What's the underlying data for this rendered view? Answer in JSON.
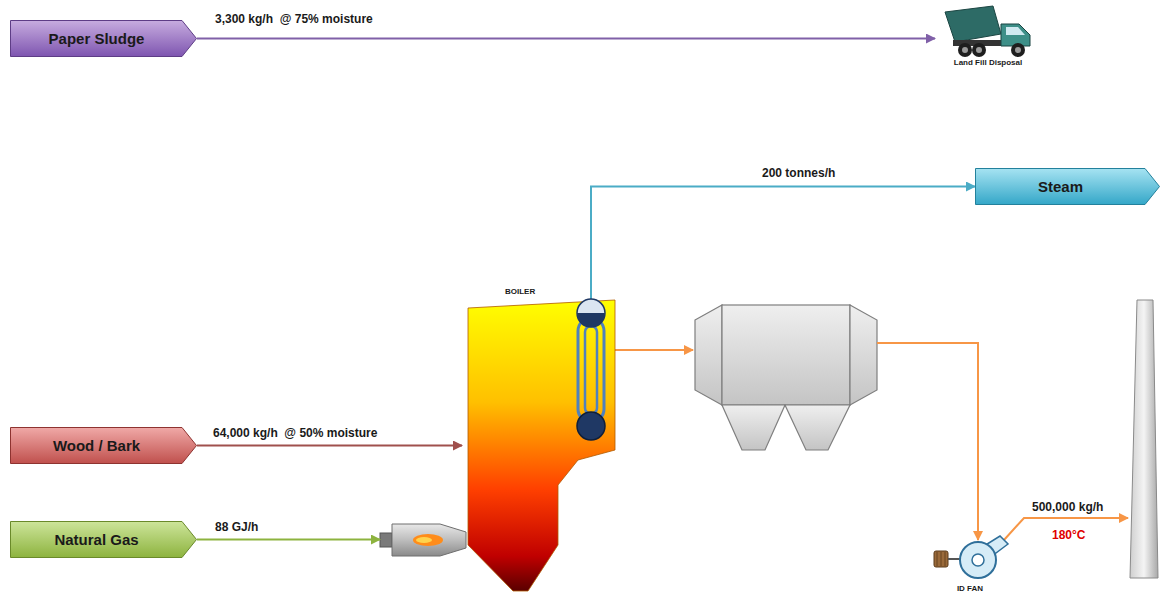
{
  "diagram": {
    "nodes": [
      {
        "text": [
          "Paper Sludge"
        ]
      },
      {
        "text": [
          "Land Fill Disposal"
        ]
      },
      {
        "text": [
          "Steam"
        ]
      },
      {
        "text": [
          "BOILER"
        ]
      },
      {
        "text": [
          "Wood / Bark"
        ]
      },
      {
        "text": [
          "Natural Gas"
        ]
      },
      {
        "text": [
          "ID FAN"
        ]
      }
    ],
    "edges": [
      {
        "from": 0,
        "to": 1,
        "arrow": "to",
        "label": "3,300 kg/h  @ 75% moisture"
      },
      {
        "from": 3,
        "to": 2,
        "arrow": "to",
        "label": "200 tonnes/h"
      },
      {
        "from": 4,
        "to": 3,
        "arrow": "to",
        "label": "64,000 kg/h  @ 50% moisture"
      },
      {
        "from": 5,
        "to": 3,
        "arrow": "to",
        "label": "88 GJ/h"
      }
    ],
    "labels": [
      "500,000 kg/h",
      "180°C"
    ]
  }
}
